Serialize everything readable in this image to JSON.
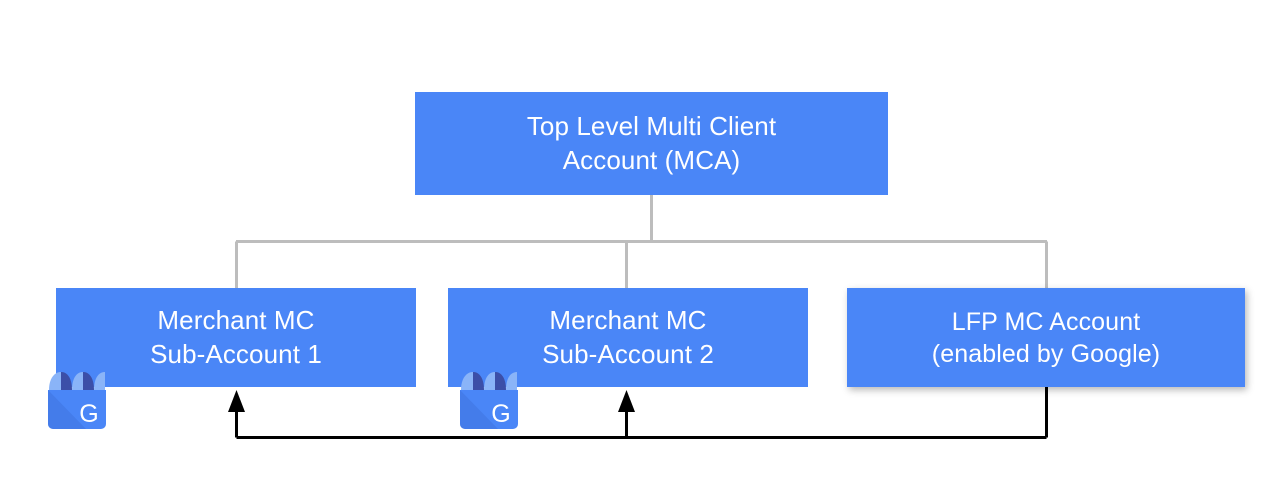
{
  "diagram": {
    "type": "org-chart",
    "background_color": "#ffffff",
    "node_color": "#4a86f7",
    "node_text_color": "#ffffff",
    "connector_color": "#bdbdbd",
    "arrow_color": "#000000",
    "nodes": [
      {
        "id": "top",
        "line1": "Top Level Multi Client",
        "line2": "Account (MCA)"
      },
      {
        "id": "sub1",
        "line1": "Merchant MC",
        "line2": "Sub-Account 1"
      },
      {
        "id": "sub2",
        "line1": "Merchant MC",
        "line2": "Sub-Account 2"
      },
      {
        "id": "lfp",
        "line1": "LFP MC Account",
        "line2": "(enabled by Google)"
      }
    ],
    "icons": [
      {
        "id": "gmb-1",
        "name": "google-my-business-icon",
        "letter": "G"
      },
      {
        "id": "gmb-2",
        "name": "google-my-business-icon",
        "letter": "G"
      }
    ]
  }
}
